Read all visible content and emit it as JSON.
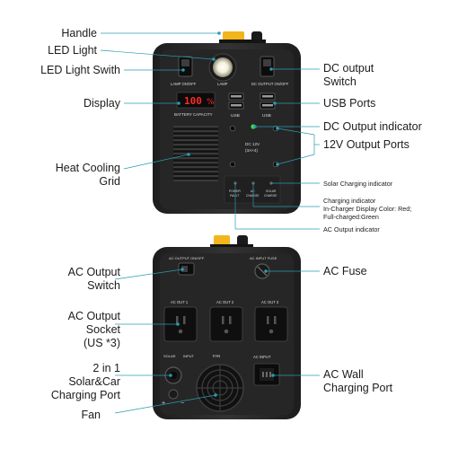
{
  "top_unit": {
    "left_callouts": {
      "handle": "Handle",
      "led_light": "LED Light",
      "led_light_switch": "LED Light Swith",
      "display": "Display",
      "heat_cooling_grid": [
        "Heat Cooling",
        "Grid"
      ]
    },
    "right_callouts": {
      "dc_output_switch": [
        "DC output",
        "Switch"
      ],
      "usb_ports": "USB Ports",
      "dc_output_indicator": "DC Output indicator",
      "output_ports_12v": "12V Output Ports",
      "solar_charging_indicator": "Solar Charging indicator",
      "charging_indicator": [
        "Charging indicator",
        "In-Charger Display Color: Red;",
        "Full-charged:Green"
      ],
      "ac_output_indicator": "AC Output indicator"
    },
    "device_print": {
      "lamp_switch_label": "LAMP  ON/OFF",
      "lamp_label": "LAMP",
      "dc_output_switch_label": "DC OUTPUT  ON/OFF",
      "display_value": "100",
      "display_unit": "%",
      "battery_capacity": "BATTERY CAPACITY",
      "usb_label": "USB",
      "dc12v_line1": "DC 12V",
      "dc12v_line2": "(3A×4)",
      "indicator_labels": [
        [
          "POWER",
          "FAULT"
        ],
        [
          "AC",
          "CHARGE"
        ],
        [
          "SOLAR",
          "CHARGE"
        ]
      ]
    }
  },
  "bottom_unit": {
    "left_callouts": {
      "ac_output_switch": [
        "AC Output",
        "Switch"
      ],
      "ac_output_socket": [
        "AC Output",
        "Socket",
        "(US *3)"
      ],
      "charging_port": [
        "2 in 1",
        "Solar&Car",
        "Charging Port"
      ],
      "fan": "Fan"
    },
    "right_callouts": {
      "ac_fuse": "AC Fuse",
      "ac_wall_charging_port": [
        "AC Wall",
        "Charging Port"
      ]
    },
    "device_print": {
      "ac_output_switch_label": "AC OUTPUT ON/OFF",
      "ac_input_fuse_label": "AC INPUT FUSE",
      "outlet_labels": [
        "AC OUT 1",
        "AC OUT 2",
        "AC OUT 3"
      ],
      "solar_label": "SOLAR",
      "input_label": "INPUT",
      "fan_label": "FAN",
      "ac_input_label": "AC INPUT",
      "plus_sign": "+",
      "minus_sign": "−"
    }
  },
  "colors": {
    "body": "#2b2b2b",
    "panel": "#1e1e1e",
    "handle_knob": "#f2b51c",
    "display_red": "#ff2a2a",
    "indicator_green": "#3ddc4a",
    "callout_line": "#2a9bb0",
    "label_text": "#1c1c1c"
  }
}
